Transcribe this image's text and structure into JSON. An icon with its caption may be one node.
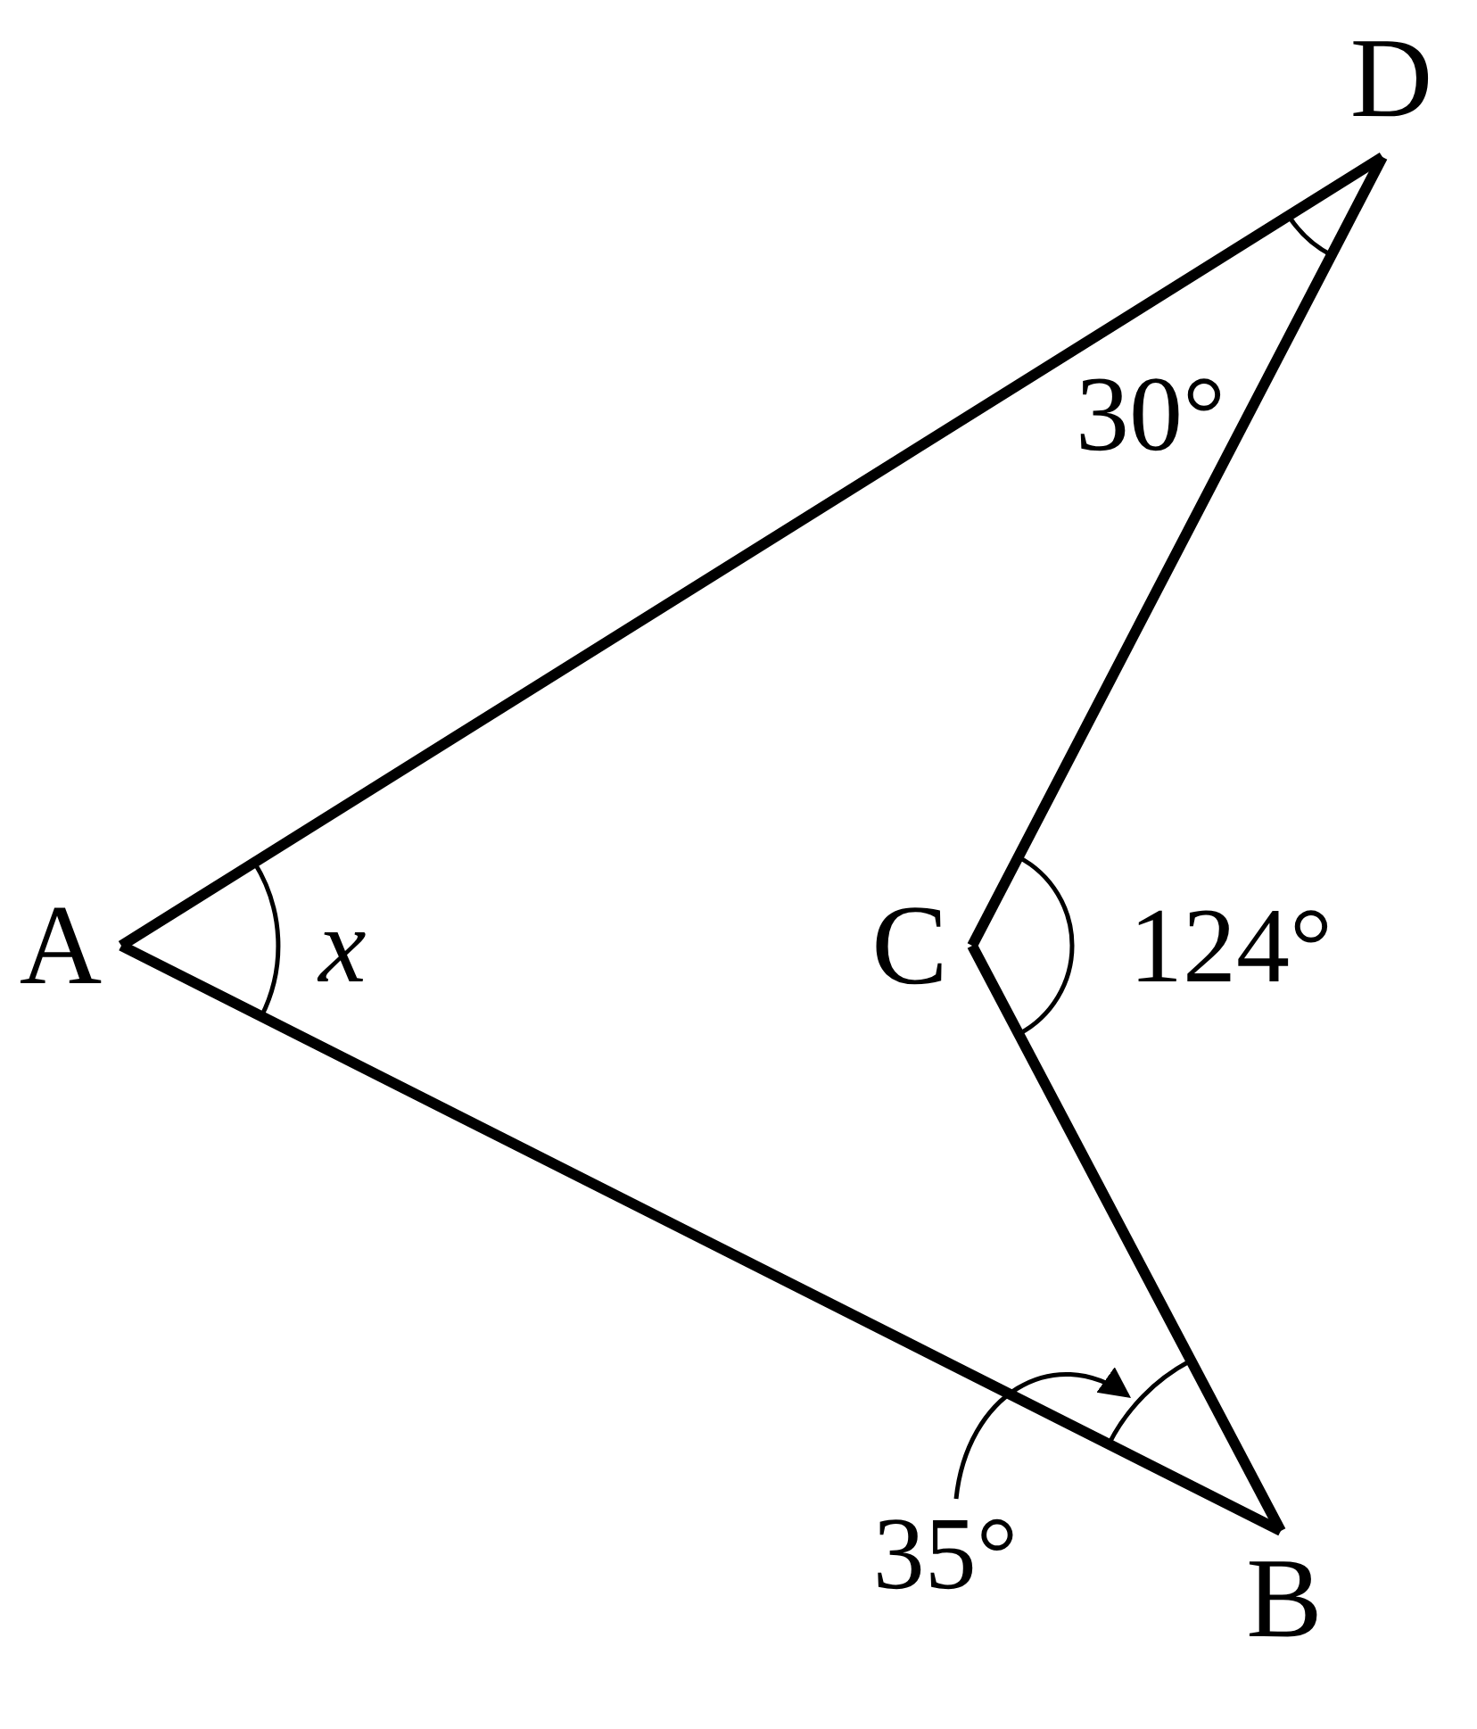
{
  "diagram": {
    "nodes": [
      {
        "text": [
          "A"
        ]
      },
      {
        "text": [
          "D"
        ]
      },
      {
        "text": [
          "C"
        ]
      },
      {
        "text": [
          "B"
        ]
      },
      {
        "text": [
          "35°"
        ]
      }
    ],
    "edges": [
      {
        "from": 0,
        "to": 1,
        "arrow": "none"
      },
      {
        "from": 1,
        "to": 2,
        "arrow": "none"
      },
      {
        "from": 2,
        "to": 3,
        "arrow": "none"
      },
      {
        "from": 3,
        "to": 0,
        "arrow": "none"
      },
      {
        "from": 4,
        "to": null,
        "arrow": "to"
      }
    ],
    "labels": [
      "x",
      "30°",
      "124°"
    ]
  }
}
